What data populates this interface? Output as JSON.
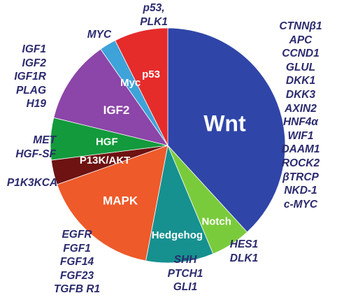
{
  "chart_data": {
    "type": "pie",
    "start_angle_deg": 0,
    "direction": "clockwise",
    "slices": [
      {
        "label": "Wnt",
        "value": 38.2,
        "color": "#2f45a8"
      },
      {
        "label": "Notch",
        "value": 5.5,
        "color": "#7acb3c"
      },
      {
        "label": "Hedgehog",
        "value": 9.3,
        "color": "#16918f"
      },
      {
        "label": "MAPK",
        "value": 16.6,
        "color": "#ee5a2a"
      },
      {
        "label": "P13K/AKT",
        "value": 3.4,
        "color": "#6e1212"
      },
      {
        "label": "HGF",
        "value": 5.8,
        "color": "#139a3c"
      },
      {
        "label": "IGF2",
        "value": 11.5,
        "color": "#8c45a8"
      },
      {
        "label": "Myc",
        "value": 2.3,
        "color": "#3ea3d8"
      },
      {
        "label": "p53",
        "value": 7.4,
        "color": "#e62b2b"
      }
    ],
    "gene_groups": [
      {
        "slice": "Wnt",
        "genes": [
          "CTNNβ1",
          "APC",
          "CCND1",
          "GLUL",
          "DKK1",
          "DKK3",
          "AXIN2",
          "HNF4α",
          "WIF1",
          "DAAM1",
          "ROCK2",
          "βTRCP",
          "NKD-1",
          "c-MYC"
        ]
      },
      {
        "slice": "Notch",
        "genes": [
          "HES1",
          "DLK1"
        ]
      },
      {
        "slice": "Hedgehog",
        "genes": [
          "SHH",
          "PTCH1",
          "GLI1"
        ]
      },
      {
        "slice": "MAPK",
        "genes": [
          "EGFR",
          "FGF1",
          "FGF14",
          "FGF23",
          "TGFB R1"
        ]
      },
      {
        "slice": "P13K/AKT",
        "genes": [
          "P1K3KCA"
        ]
      },
      {
        "slice": "HGF",
        "genes": [
          "MET",
          "HGF-SF"
        ]
      },
      {
        "slice": "IGF2",
        "genes": [
          "IGF1",
          "IGF2",
          "IGF1R",
          "PLAG",
          "H19"
        ]
      },
      {
        "slice": "Myc",
        "genes": [
          "MYC"
        ]
      },
      {
        "slice": "p53",
        "genes": [
          "p53,",
          "PLK1"
        ]
      }
    ]
  }
}
